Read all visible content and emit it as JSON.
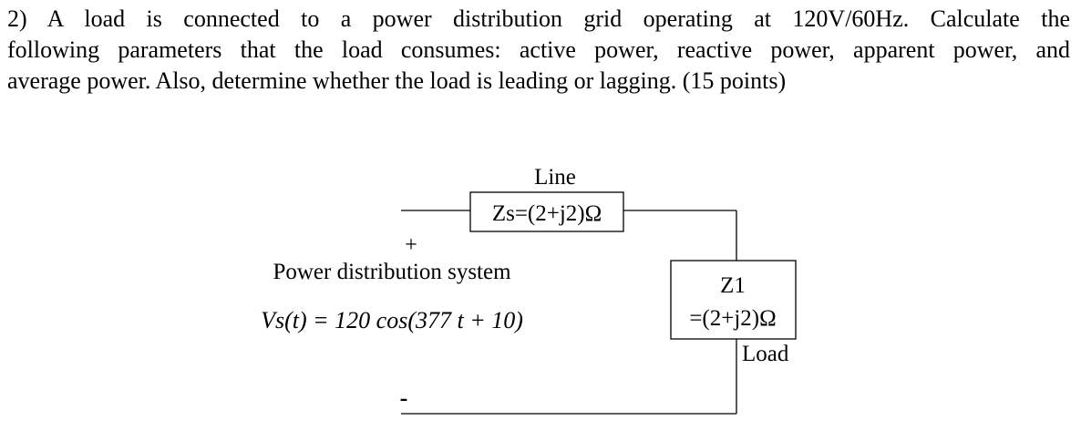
{
  "question": {
    "line1": "2) A load is connected to a power distribution grid operating at 120V/60Hz. Calculate the",
    "line2": "following parameters that the load consumes: active power, reactive power, apparent power, and",
    "line3": "average power. Also, determine whether the load is leading or lagging. (15 points)"
  },
  "circuit": {
    "line_label": "Line",
    "line_impedance": "Zs=(2+j2)Ω",
    "plus_sign": "+",
    "minus_sign": "-",
    "source_label": "Power distribution system",
    "source_equation": "Vs(t) = 120 cos(377 t + 10)",
    "load_name": "Z1",
    "load_impedance": "=(2+j2)Ω",
    "load_label": "Load"
  }
}
